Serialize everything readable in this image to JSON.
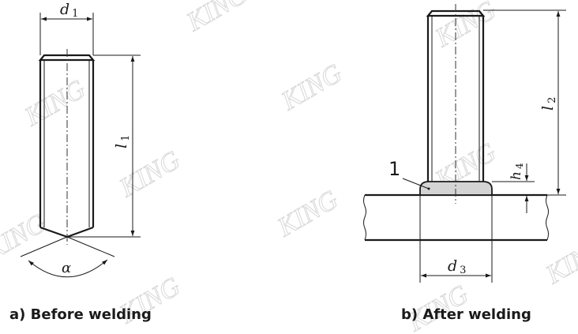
{
  "figure": {
    "panel_a": {
      "caption": "a) Before welding",
      "dim_diameter": {
        "symbol": "d",
        "subscript": "1"
      },
      "dim_length": {
        "symbol": "l",
        "subscript": "1"
      },
      "angle": "α"
    },
    "panel_b": {
      "caption": "b) After welding",
      "dim_length": {
        "symbol": "l",
        "subscript": "2"
      },
      "dim_height": {
        "symbol": "h",
        "subscript": "4"
      },
      "dim_diameter": {
        "symbol": "d",
        "subscript": "3"
      },
      "callout": "1"
    },
    "watermark": "KING",
    "colors": {
      "line": "#1a1a1a",
      "weld_fill": "#d4d4d4",
      "watermark": "#d8d8d8"
    }
  }
}
